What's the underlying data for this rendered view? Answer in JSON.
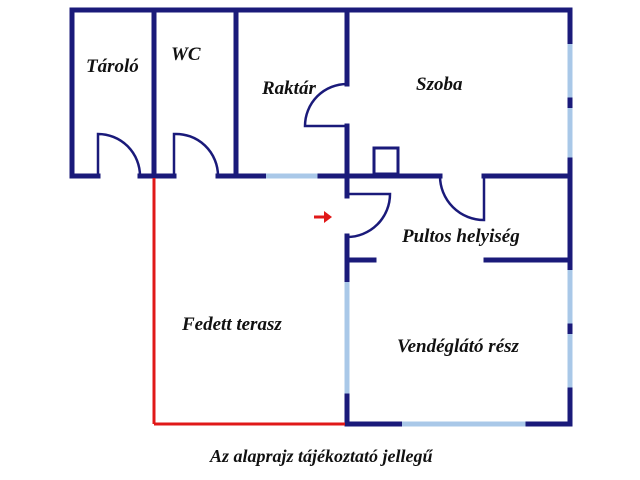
{
  "floorplan": {
    "rooms": {
      "storage": "Tároló",
      "wc": "WC",
      "warehouse": "Raktár",
      "room": "Szoba",
      "bar": "Pultos helyiség",
      "terrace": "Fedett terasz",
      "dining": "Vendéglátó rész"
    },
    "caption": "Az alaprajz tájékoztató jellegű",
    "colors": {
      "wall": "#1a1a7a",
      "window": "#a9c8e8",
      "terrace_edge": "#e01818",
      "entrance_arrow": "#e01818"
    }
  }
}
